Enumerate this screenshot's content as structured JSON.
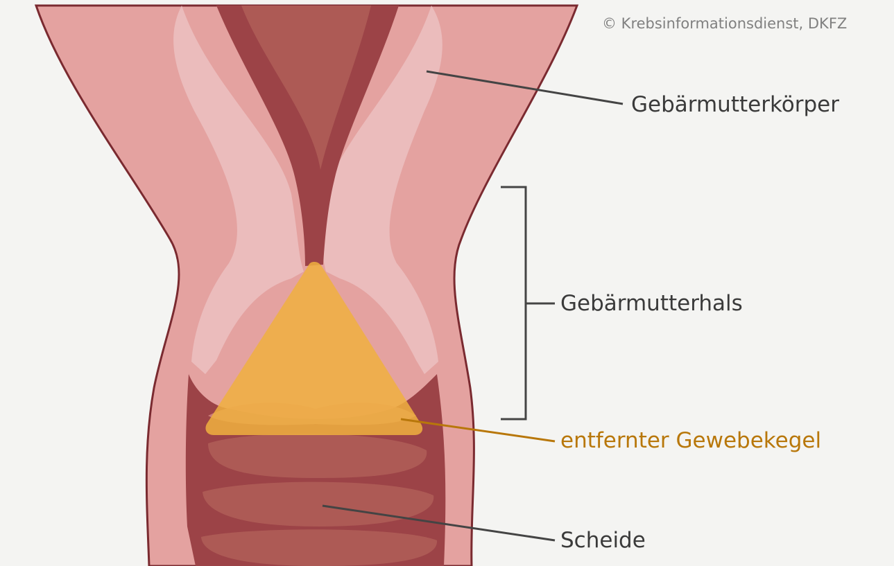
{
  "copyright": "© Krebsinformationsdienst, DKFZ",
  "labels": {
    "body": "Gebärmutterkörper",
    "cervix": "Gebärmutterhals",
    "cone": "entfernter Gewebekegel",
    "vagina": "Scheide"
  },
  "colors": {
    "background": "#f4f4f2",
    "outline": "#7a2a30",
    "outer_tissue": "#e4a2a0",
    "inner_lining": "#ebbcbc",
    "cavity": "#9c4347",
    "vagina_folds": "#ad5a55",
    "cone_fill": "#f0b040",
    "cone_label": "#b8770a",
    "leader_line": "#444444"
  }
}
